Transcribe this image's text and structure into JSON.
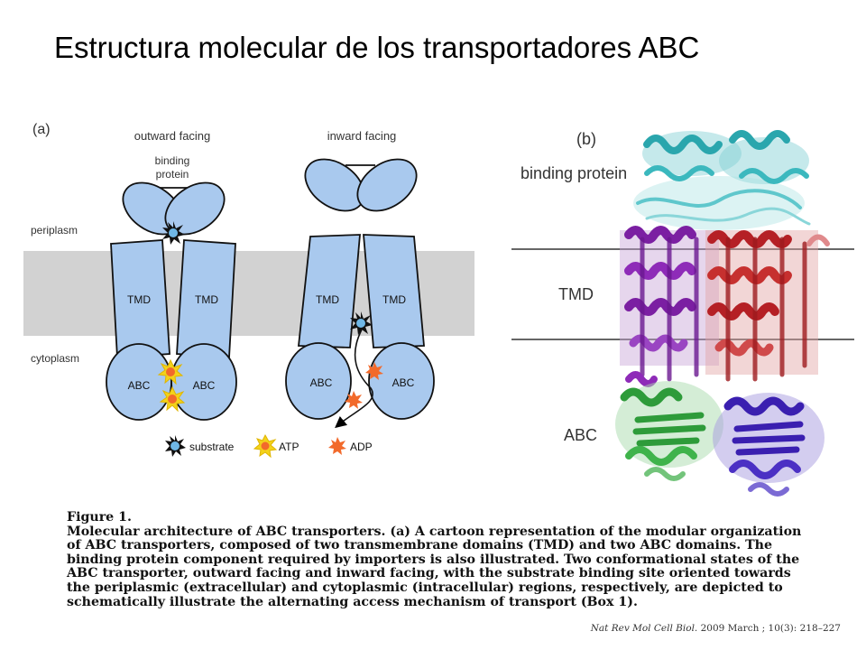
{
  "slide": {
    "title": "Estructura molecular de los transportadores ABC"
  },
  "panel_a": {
    "label": "(a)",
    "outward_label": "outward facing",
    "inward_label": "inward facing",
    "binding_protein_label": "binding\nprotein",
    "periplasm_label": "periplasm",
    "cytoplasm_label": "cytoplasm",
    "tmd_label": "TMD",
    "abc_label": "ABC",
    "legend": {
      "substrate": "substrate",
      "atp": "ATP",
      "adp": "ADP"
    },
    "colors": {
      "domain_fill": "#a9c9ee",
      "membrane": "#d2d2d2",
      "atp_star": "#f3d21b",
      "adp_star": "#f26a2b"
    }
  },
  "panel_b": {
    "label": "(b)",
    "binding_protein_label": "binding protein",
    "tmd_label": "TMD",
    "abc_label": "ABC",
    "colors": {
      "binding_protein": "#2aa6ad",
      "tmd_left": "#7b1fa2",
      "tmd_right": "#b52025",
      "abc_left": "#2e9b3a",
      "abc_right": "#3a1fb0"
    }
  },
  "caption": {
    "heading": "Figure 1.",
    "body": "Molecular architecture of ABC transporters. (a) A cartoon representation of the modular organization of ABC transporters, composed of two transmembrane domains (TMD) and two ABC domains. The binding protein component required by importers is also illustrated. Two conformational states of the ABC transporter, outward facing and inward facing, with the substrate binding site oriented towards the periplasmic (extracellular) and cytoplasmic (intracellular) regions, respectively, are depicted to schematically illustrate the alternating access mechanism of transport (Box 1).",
    "citation_journal": "Nat Rev Mol Cell Biol.",
    "citation_rest": " 2009 March ; 10(3): 218–227"
  }
}
